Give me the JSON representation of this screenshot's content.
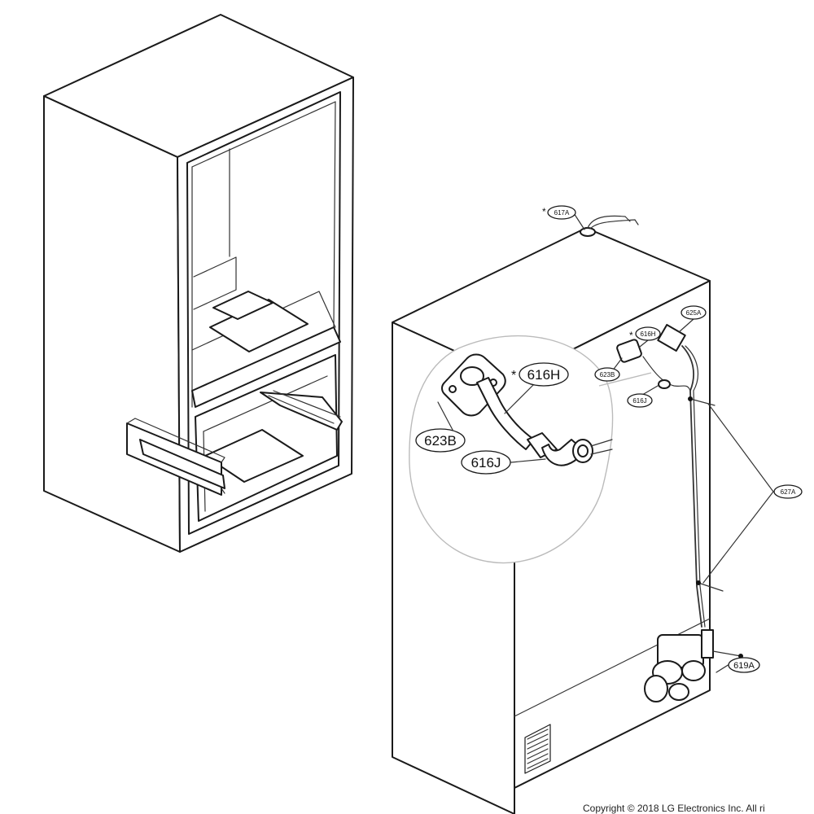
{
  "labels": {
    "p617A": "617A",
    "p616H_small": "616H",
    "p623B_small": "623B",
    "p616J_small": "616J",
    "p625A": "625A",
    "p627A": "627A",
    "p619A": "619A",
    "p616H_big": "616H",
    "p623B_big": "623B",
    "p616J_big": "616J"
  },
  "markers": {
    "asterisk": "*"
  },
  "footer": {
    "copyright": "Copyright © 2018 LG Electronics Inc. All ri"
  }
}
